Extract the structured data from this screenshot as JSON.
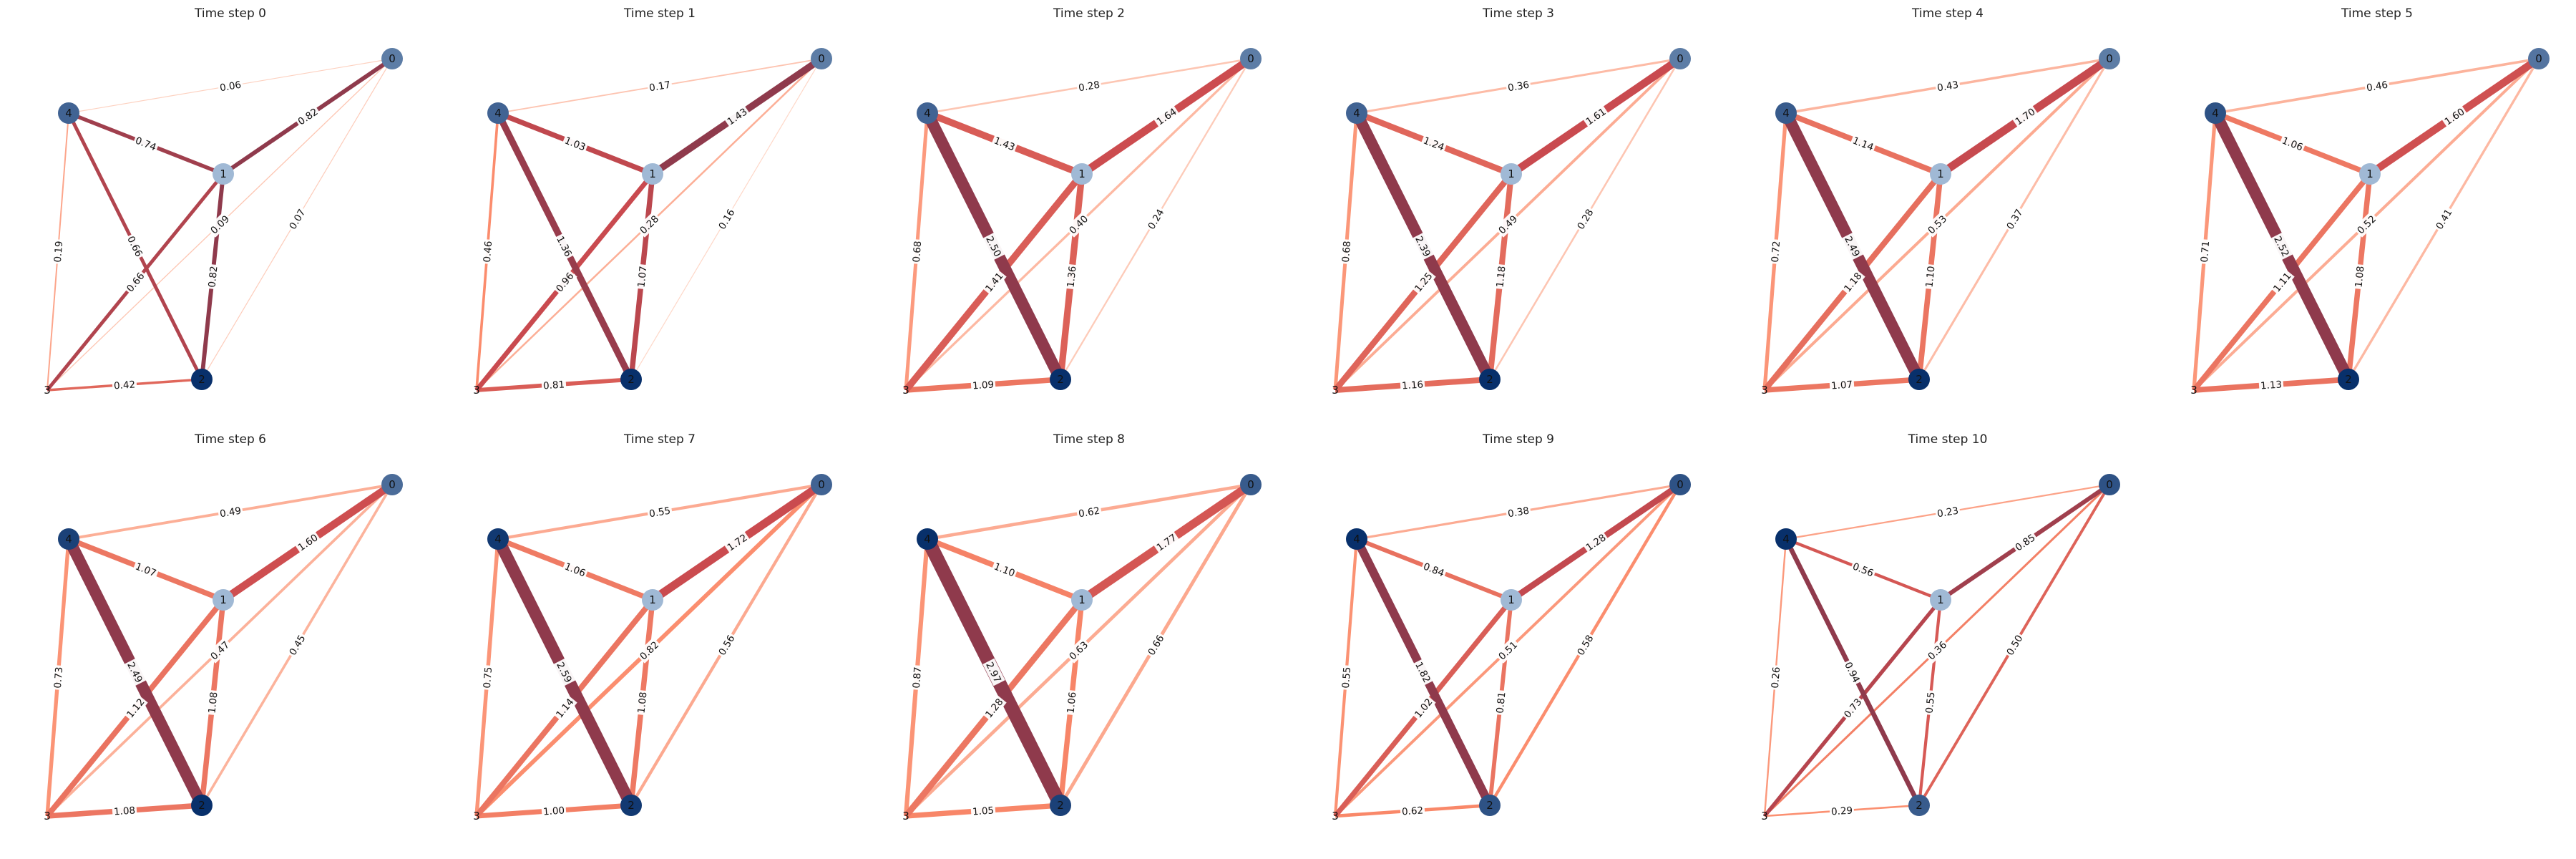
{
  "edge_pairs": [
    [
      0,
      1
    ],
    [
      0,
      2
    ],
    [
      0,
      3
    ],
    [
      0,
      4
    ],
    [
      1,
      2
    ],
    [
      1,
      3
    ],
    [
      1,
      4
    ],
    [
      2,
      3
    ],
    [
      2,
      4
    ],
    [
      3,
      4
    ]
  ],
  "node_ids": [
    "0",
    "1",
    "2",
    "3",
    "4"
  ],
  "panels": [
    {
      "title": "Time step 0",
      "node_shade": [
        0.55,
        0.2,
        1.0,
        0.0,
        0.7
      ],
      "weights": [
        0.82,
        0.07,
        0.09,
        0.06,
        0.82,
        0.66,
        0.74,
        0.42,
        0.66,
        0.19
      ],
      "labels": [
        "0.82",
        "0.07",
        "0.09",
        "0.06",
        "0.82",
        "0.66",
        "0.74",
        "0.42",
        "0.66",
        "0.19"
      ]
    },
    {
      "title": "Time step 1",
      "node_shade": [
        0.55,
        0.2,
        1.0,
        0.0,
        0.7
      ],
      "weights": [
        1.43,
        0.07,
        0.28,
        0.17,
        1.07,
        0.96,
        1.03,
        0.81,
        1.36,
        0.46
      ],
      "labels": [
        "1.43",
        "0.16",
        "0.28",
        "0.17",
        "1.07",
        "0.96",
        "1.03",
        "0.81",
        "1.36",
        "0.46"
      ]
    },
    {
      "title": "Time step 2",
      "node_shade": [
        0.55,
        0.2,
        1.0,
        0.0,
        0.7
      ],
      "weights": [
        1.64,
        0.24,
        0.4,
        0.28,
        1.36,
        1.41,
        1.43,
        1.09,
        2.5,
        0.68
      ],
      "labels": [
        "1.64",
        "0.24",
        "0.40",
        "0.28",
        "1.36",
        "1.41",
        "1.43",
        "1.09",
        "2.50",
        "0.68"
      ]
    },
    {
      "title": "Time step 3",
      "node_shade": [
        0.55,
        0.2,
        1.0,
        0.0,
        0.7
      ],
      "weights": [
        1.61,
        0.28,
        0.49,
        0.36,
        1.18,
        1.25,
        1.24,
        1.16,
        2.39,
        0.68
      ],
      "labels": [
        "1.61",
        "0.28",
        "0.49",
        "0.36",
        "1.18",
        "1.25",
        "1.24",
        "1.16",
        "2.39",
        "0.68"
      ]
    },
    {
      "title": "Time step 4",
      "node_shade": [
        0.55,
        0.2,
        1.0,
        0.0,
        0.75
      ],
      "weights": [
        1.7,
        0.37,
        0.53,
        0.43,
        1.1,
        1.18,
        1.14,
        1.07,
        2.49,
        0.72
      ],
      "labels": [
        "1.70",
        "0.37",
        "0.53",
        "0.43",
        "1.10",
        "1.18",
        "1.14",
        "1.07",
        "2.49",
        "0.72"
      ]
    },
    {
      "title": "Time step 5",
      "node_shade": [
        0.6,
        0.2,
        1.0,
        0.0,
        0.8
      ],
      "weights": [
        1.6,
        0.41,
        0.52,
        0.46,
        1.08,
        1.11,
        1.06,
        1.13,
        2.52,
        0.71
      ],
      "labels": [
        "1.60",
        "0.41",
        "0.52",
        "0.46",
        "1.08",
        "1.11",
        "1.06",
        "1.13",
        "2.52",
        "0.71"
      ]
    },
    {
      "title": "Time step 6",
      "node_shade": [
        0.65,
        0.2,
        1.0,
        0.0,
        0.9
      ],
      "weights": [
        1.6,
        0.45,
        0.47,
        0.49,
        1.08,
        1.12,
        1.07,
        1.08,
        2.49,
        0.73
      ],
      "labels": [
        "1.60",
        "0.45",
        "0.47",
        "0.49",
        "1.08",
        "1.12",
        "1.07",
        "1.08",
        "2.49",
        "0.73"
      ]
    },
    {
      "title": "Time step 7",
      "node_shade": [
        0.7,
        0.2,
        0.95,
        0.0,
        0.95
      ],
      "weights": [
        1.72,
        0.56,
        0.82,
        0.55,
        1.08,
        1.14,
        1.06,
        1.0,
        2.59,
        0.75
      ],
      "labels": [
        "1.72",
        "0.56",
        "0.82",
        "0.55",
        "1.08",
        "1.14",
        "1.06",
        "1.00",
        "2.59",
        "0.75"
      ]
    },
    {
      "title": "Time step 8",
      "node_shade": [
        0.75,
        0.2,
        0.9,
        0.0,
        1.0
      ],
      "weights": [
        1.77,
        0.66,
        0.63,
        0.62,
        1.06,
        1.28,
        1.1,
        1.05,
        2.97,
        0.87
      ],
      "labels": [
        "1.77",
        "0.66",
        "0.63",
        "0.62",
        "1.06",
        "1.28",
        "1.10",
        "1.05",
        "2.97",
        "0.87"
      ]
    },
    {
      "title": "Time step 9",
      "node_shade": [
        0.8,
        0.2,
        0.8,
        0.0,
        1.0
      ],
      "weights": [
        1.28,
        0.58,
        0.51,
        0.38,
        0.81,
        1.02,
        0.84,
        0.62,
        1.82,
        0.55
      ],
      "labels": [
        "1.28",
        "0.58",
        "0.51",
        "0.38",
        "0.81",
        "1.02",
        "0.84",
        "0.62",
        "1.82",
        "0.55"
      ]
    },
    {
      "title": "Time step 10",
      "node_shade": [
        0.8,
        0.2,
        0.75,
        0.0,
        1.0
      ],
      "weights": [
        0.85,
        0.5,
        0.36,
        0.23,
        0.55,
        0.73,
        0.56,
        0.29,
        0.94,
        0.26
      ],
      "labels": [
        "0.85",
        "0.50",
        "0.36",
        "0.23",
        "0.55",
        "0.73",
        "0.56",
        "0.29",
        "0.94",
        "0.26"
      ]
    }
  ],
  "colors": {
    "edge_light": "#fee5d9",
    "edge_mid": "#fb8a6a",
    "edge_strong": "#cb4b4f",
    "edge_dark": "#8f3a4c",
    "node_light": "#c6dbef",
    "node_dark": "#08306b"
  }
}
